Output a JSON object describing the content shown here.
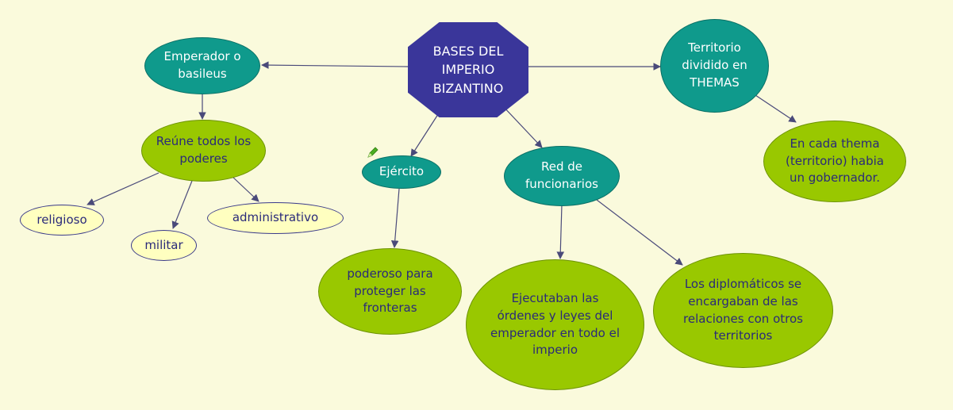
{
  "diagram": {
    "root": "BASES DEL IMPERIO BIZANTINO",
    "nodes": {
      "emperador": "Emperador o basileus",
      "reune": "Reúne todos los poderes",
      "religioso": "religioso",
      "militar": "militar",
      "administrativo": "administrativo",
      "ejercito": "Ejército",
      "poderoso": "poderoso para proteger las fronteras",
      "red": "Red de funcionarios",
      "ejecutaban": "Ejecutaban las órdenes y leyes del emperador en todo el imperio",
      "diplomaticos": "Los diplomáticos se encargaban de las relaciones con otros territorios",
      "territorio": "Territorio dividido en THEMAS",
      "thema": "En cada thema (territorio) habia un gobernador."
    },
    "edges": [
      [
        "root",
        "emperador"
      ],
      [
        "root",
        "territorio"
      ],
      [
        "root",
        "ejercito"
      ],
      [
        "root",
        "red"
      ],
      [
        "emperador",
        "reune"
      ],
      [
        "reune",
        "religioso"
      ],
      [
        "reune",
        "militar"
      ],
      [
        "reune",
        "administrativo"
      ],
      [
        "ejercito",
        "poderoso"
      ],
      [
        "red",
        "ejecutaban"
      ],
      [
        "red",
        "diplomaticos"
      ],
      [
        "territorio",
        "thema"
      ]
    ],
    "colors": {
      "background": "#fafadc",
      "root": "#3a369a",
      "teal": "#0f9a8c",
      "green": "#99c800",
      "yellow": "#ffffc0",
      "connector": "#4a4a7a"
    },
    "icons": [
      "pencil-icon"
    ]
  }
}
